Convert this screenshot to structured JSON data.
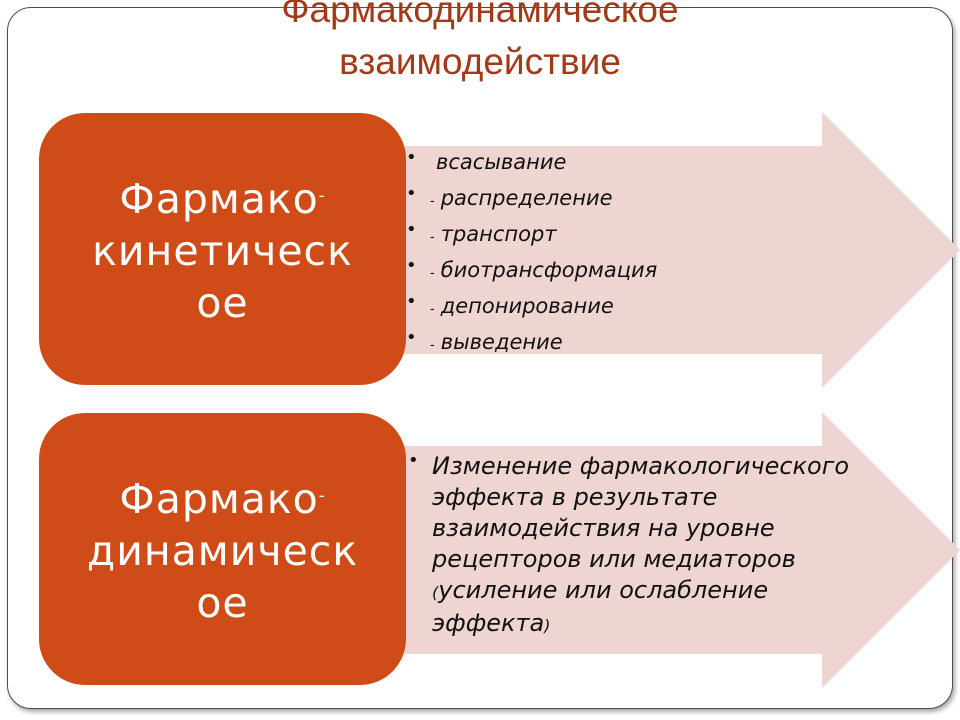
{
  "title": "Фармакодинамическое взаимодействие",
  "pharmacokinetic": {
    "label_part1": "Фармако",
    "label_dash": "-",
    "label_part2": "кинетическ",
    "label_part3": "ое",
    "items": [
      {
        "dash": "",
        "text": " всасывание"
      },
      {
        "dash": "-",
        "text": "распределение"
      },
      {
        "dash": "-",
        "text": "транспорт"
      },
      {
        "dash": "-",
        "text": "биотрансформация"
      },
      {
        "dash": "-",
        "text": "депонирование"
      },
      {
        "dash": "-",
        "text": "выведение"
      }
    ]
  },
  "pharmacodynamic": {
    "label_part1": "Фармако",
    "label_dash": "-",
    "label_part2": "динамическ",
    "label_part3": "ое",
    "text_main": "Изменение фармакологического эффекта в результате взаимодействия на уровне рецепторов или медиаторов ",
    "paren_open": "(",
    "text_paren": "усиление или ослабление эффекта",
    "paren_close": ")"
  },
  "colors": {
    "title": "#a23a1a",
    "box": "#cf4b18",
    "arrow": "#efd5d2"
  }
}
